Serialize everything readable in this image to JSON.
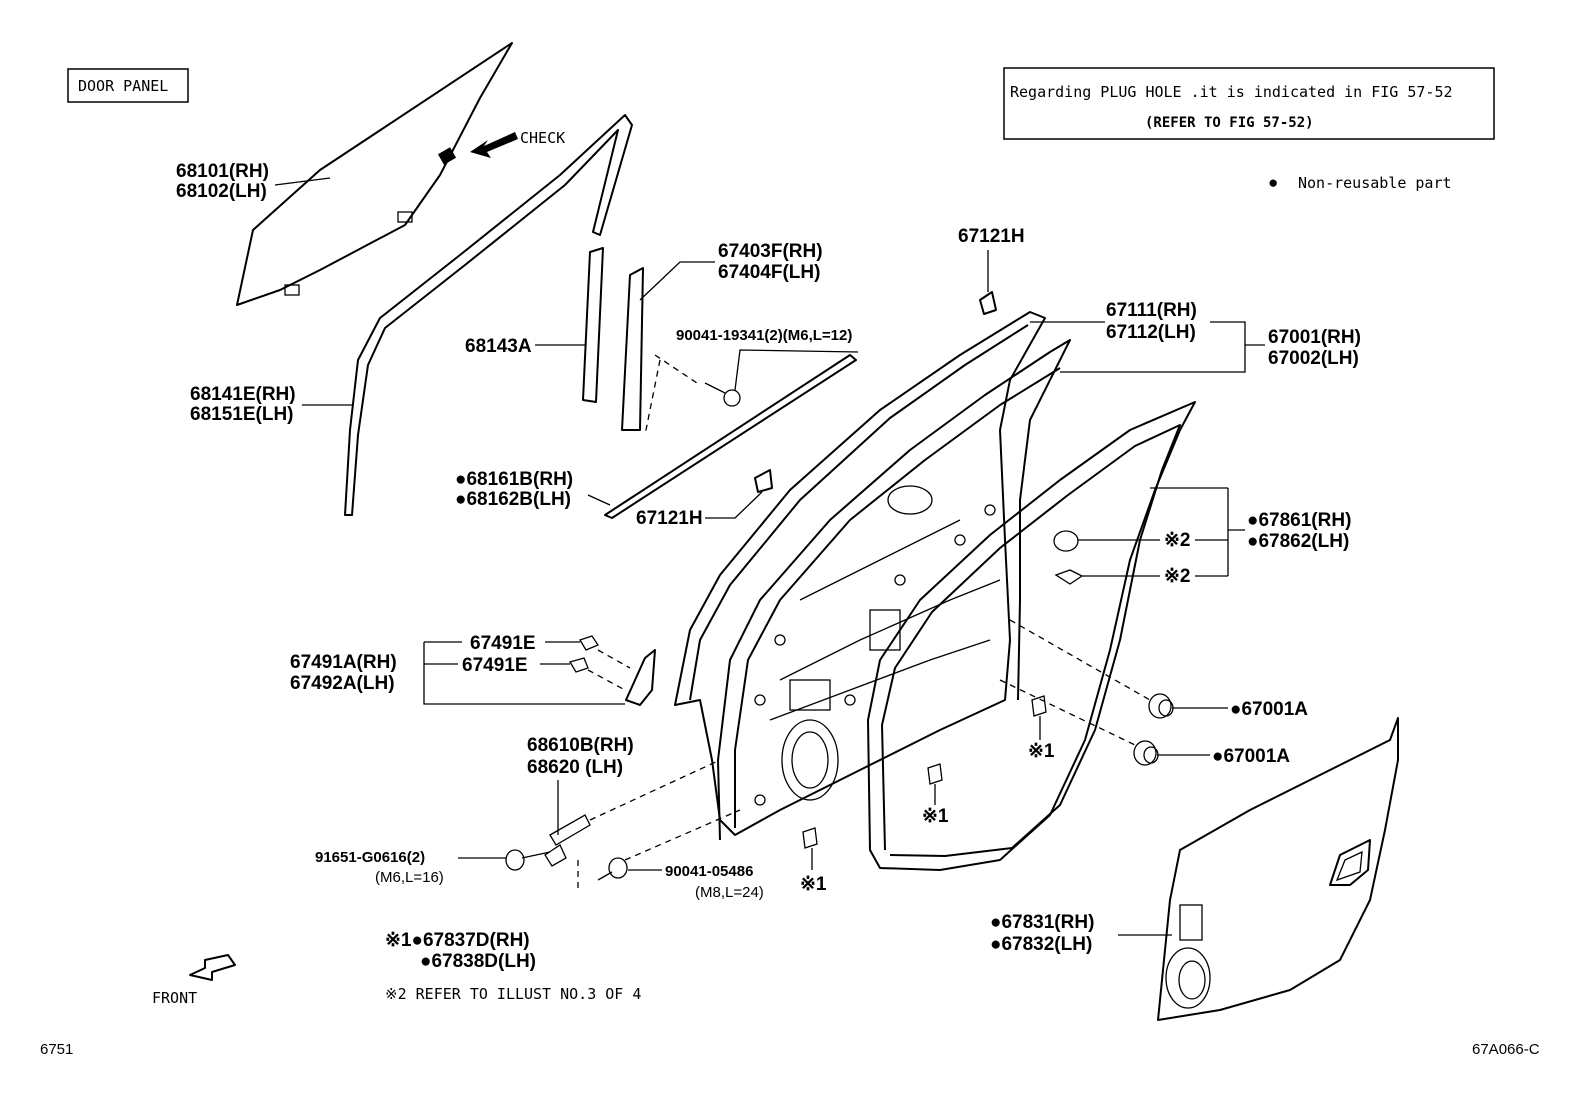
{
  "header": {
    "title_box": "DOOR PANEL",
    "note_line1": "Regarding PLUG HOLE .it is indicated in FIG 57-52",
    "note_line2": "(REFER TO FIG 57-52)",
    "legend_symbol": "●",
    "legend_text": "Non-reusable part"
  },
  "labels": {
    "check": "CHECK",
    "front": "FRONT",
    "p68101": "68101(RH)",
    "p68102": "68102(LH)",
    "p68141e": "68141E(RH)",
    "p68151e": "68151E(LH)",
    "p68143a": "68143A",
    "p67403f": "67403F(RH)",
    "p67404f": "67404F(LH)",
    "p90041_19341": "90041-19341(2)(M6,L=12)",
    "p68161b": "●68161B(RH)",
    "p68162b": "●68162B(LH)",
    "p67121h_top": "67121H",
    "p67121h_mid": "67121H",
    "p67111": "67111(RH)",
    "p67112": "67112(LH)",
    "p67001": "67001(RH)",
    "p67002": "67002(LH)",
    "p67861": "●67861(RH)",
    "p67862": "●67862(LH)",
    "ref2_a": "※2",
    "ref2_b": "※2",
    "p67001a_1": "●67001A",
    "p67001a_2": "●67001A",
    "ref1_a": "※1",
    "ref1_b": "※1",
    "ref1_c": "※1",
    "p67491e_1": "67491E",
    "p67491e_2": "67491E",
    "p67491a": "67491A(RH)",
    "p67492a": "67492A(LH)",
    "p68610b": "68610B(RH)",
    "p68620": "68620  (LH)",
    "p91651": "91651-G0616(2)",
    "p91651_spec": "(M6,L=16)",
    "p90041_05486": "90041-05486",
    "p90041_05486_spec": "(M8,L=24)",
    "p67831": "●67831(RH)",
    "p67832": "●67832(LH)",
    "note1": "※1●67837D(RH)",
    "note1b": "●67838D(LH)",
    "note2": "※2 REFER TO ILLUST NO.3 OF 4"
  },
  "footer": {
    "page_code": "6751",
    "fig_code": "67A066-C"
  }
}
